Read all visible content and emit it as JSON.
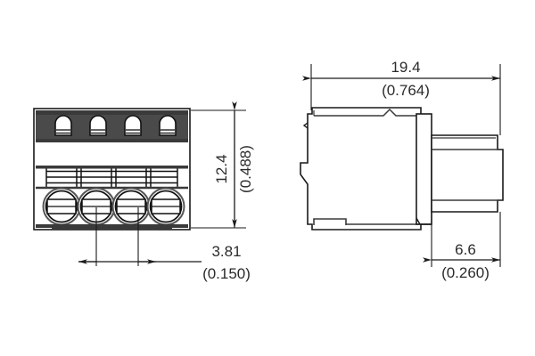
{
  "drawing": {
    "type": "mechanical-dimensioned-drawing",
    "subject": "4-pole pluggable terminal block connector",
    "units_note": "millimeters with inches in parentheses",
    "background_color": "#ffffff",
    "line_color": "#1a1a1a",
    "shade_color": "#3a3a3a",
    "text_color": "#2b2b2b",
    "views": [
      {
        "id": "front-view",
        "name": "front view",
        "pole_count": 4,
        "terminal_count": 4
      },
      {
        "id": "side-view",
        "name": "side profile view"
      }
    ]
  },
  "dimensions": {
    "height": {
      "name": "overall-height",
      "metric": "12.4",
      "imperial": "(0.488)",
      "orientation": "vertical",
      "view": "front-view"
    },
    "pitch": {
      "name": "contact-pitch",
      "metric": "3.81",
      "imperial": "(0.150)",
      "orientation": "horizontal",
      "view": "front-view"
    },
    "length": {
      "name": "overall-length",
      "metric": "19.4",
      "imperial": "(0.764)",
      "orientation": "horizontal",
      "view": "side-view"
    },
    "plug_depth": {
      "name": "plug-protrusion-depth",
      "metric": "6.6",
      "imperial": "(0.260)",
      "orientation": "horizontal",
      "view": "side-view"
    }
  }
}
